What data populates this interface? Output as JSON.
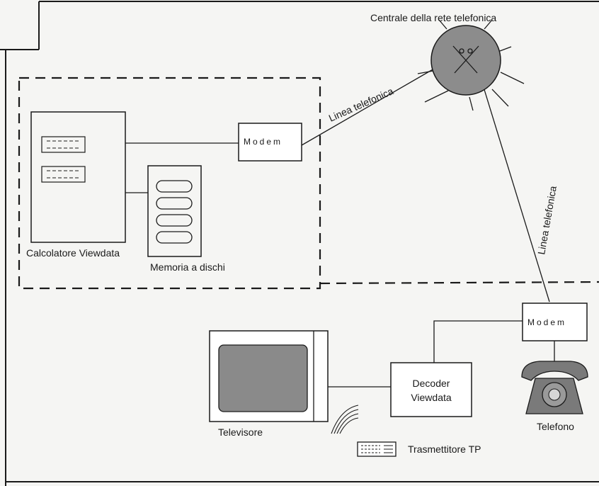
{
  "labels": {
    "exchange": "Centrale della rete telefonica",
    "line_upper": "Linea telefonica",
    "line_right": "Linea telefonica",
    "modem_top": "Modem",
    "modem_bottom": "Modem",
    "computer": "Calcolatore Viewdata",
    "disk_memory": "Memoria a dischi",
    "decoder_line1": "Decoder",
    "decoder_line2": "Viewdata",
    "tv": "Televisore",
    "phone": "Telefono",
    "transmitter": "Trasmettitore TP"
  },
  "colors": {
    "background": "#ffffff",
    "panel": "#f5f5f3",
    "stroke": "#1a1a1a",
    "exchange_fill": "#8c8c8c",
    "tv_screen": "#8a8a8a",
    "phone_body": "#7a7a7a"
  }
}
